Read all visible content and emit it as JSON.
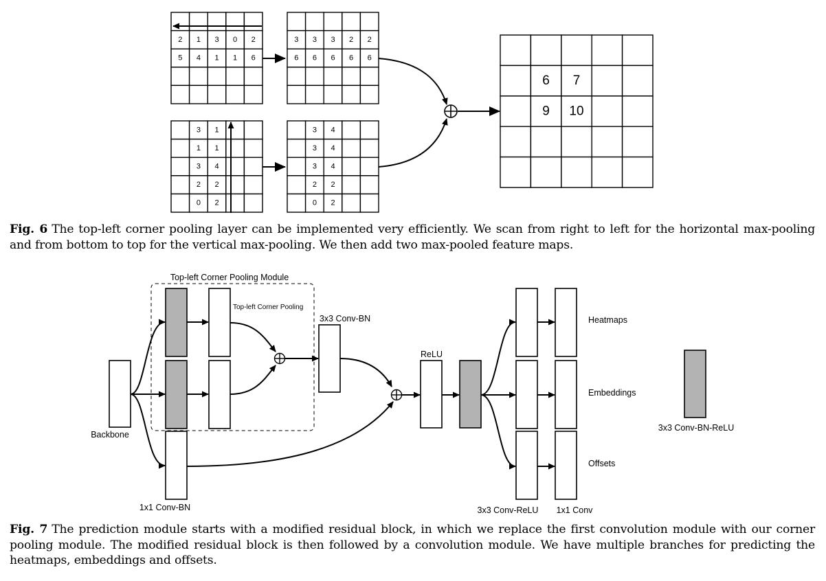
{
  "figure6": {
    "horizontal_input": [
      [
        "",
        "",
        "",
        "",
        ""
      ],
      [
        "2",
        "1",
        "3",
        "0",
        "2"
      ],
      [
        "5",
        "4",
        "1",
        "1",
        "6"
      ],
      [
        "",
        "",
        "",
        "",
        ""
      ],
      [
        "",
        "",
        "",
        "",
        ""
      ]
    ],
    "horizontal_output": [
      [
        "",
        "",
        "",
        "",
        ""
      ],
      [
        "3",
        "3",
        "3",
        "2",
        "2"
      ],
      [
        "6",
        "6",
        "6",
        "6",
        "6"
      ],
      [
        "",
        "",
        "",
        "",
        ""
      ],
      [
        "",
        "",
        "",
        "",
        ""
      ]
    ],
    "vertical_input": [
      [
        "",
        "3",
        "1",
        "",
        ""
      ],
      [
        "",
        "1",
        "1",
        "",
        ""
      ],
      [
        "",
        "3",
        "4",
        "",
        ""
      ],
      [
        "",
        "2",
        "2",
        "",
        ""
      ],
      [
        "",
        "0",
        "2",
        "",
        ""
      ]
    ],
    "vertical_output": [
      [
        "",
        "3",
        "4",
        "",
        ""
      ],
      [
        "",
        "3",
        "4",
        "",
        ""
      ],
      [
        "",
        "3",
        "4",
        "",
        ""
      ],
      [
        "",
        "2",
        "2",
        "",
        ""
      ],
      [
        "",
        "0",
        "2",
        "",
        ""
      ]
    ],
    "result": [
      [
        "",
        "",
        "",
        "",
        ""
      ],
      [
        "",
        "6",
        "7",
        "",
        ""
      ],
      [
        "",
        "9",
        "10",
        "",
        ""
      ],
      [
        "",
        "",
        "",
        "",
        ""
      ],
      [
        "",
        "",
        "",
        "",
        ""
      ]
    ],
    "caption_label": "Fig. 6",
    "caption_text": "The top-left corner pooling layer can be implemented very efficiently. We scan from right to left for the horizontal max-pooling and from bottom to top for the vertical max-pooling. We then add two max-pooled feature maps."
  },
  "figure7": {
    "module_title": "Top-left Corner Pooling Module",
    "corner_pooling_label": "Top-left Corner Pooling",
    "conv_bn_3x3_label": "3x3 Conv-BN",
    "relu_label": "ReLU",
    "backbone_label": "Backbone",
    "conv_bn_1x1_label": "1x1 Conv-BN",
    "heatmaps_label": "Heatmaps",
    "embeddings_label": "Embeddings",
    "offsets_label": "Offsets",
    "conv_relu_3x3_label": "3x3 Conv-ReLU",
    "conv_1x1_label": "1x1 Conv",
    "legend_label": "3x3 Conv-BN-ReLU",
    "gray_fill": "#b3b3b3",
    "caption_label": "Fig. 7",
    "caption_text": "The prediction module starts with a modified residual block, in which we replace the first convolution module with our corner pooling module. The modified residual block is then followed by a convolution module. We have multiple branches for predicting the heatmaps, embeddings and offsets."
  }
}
